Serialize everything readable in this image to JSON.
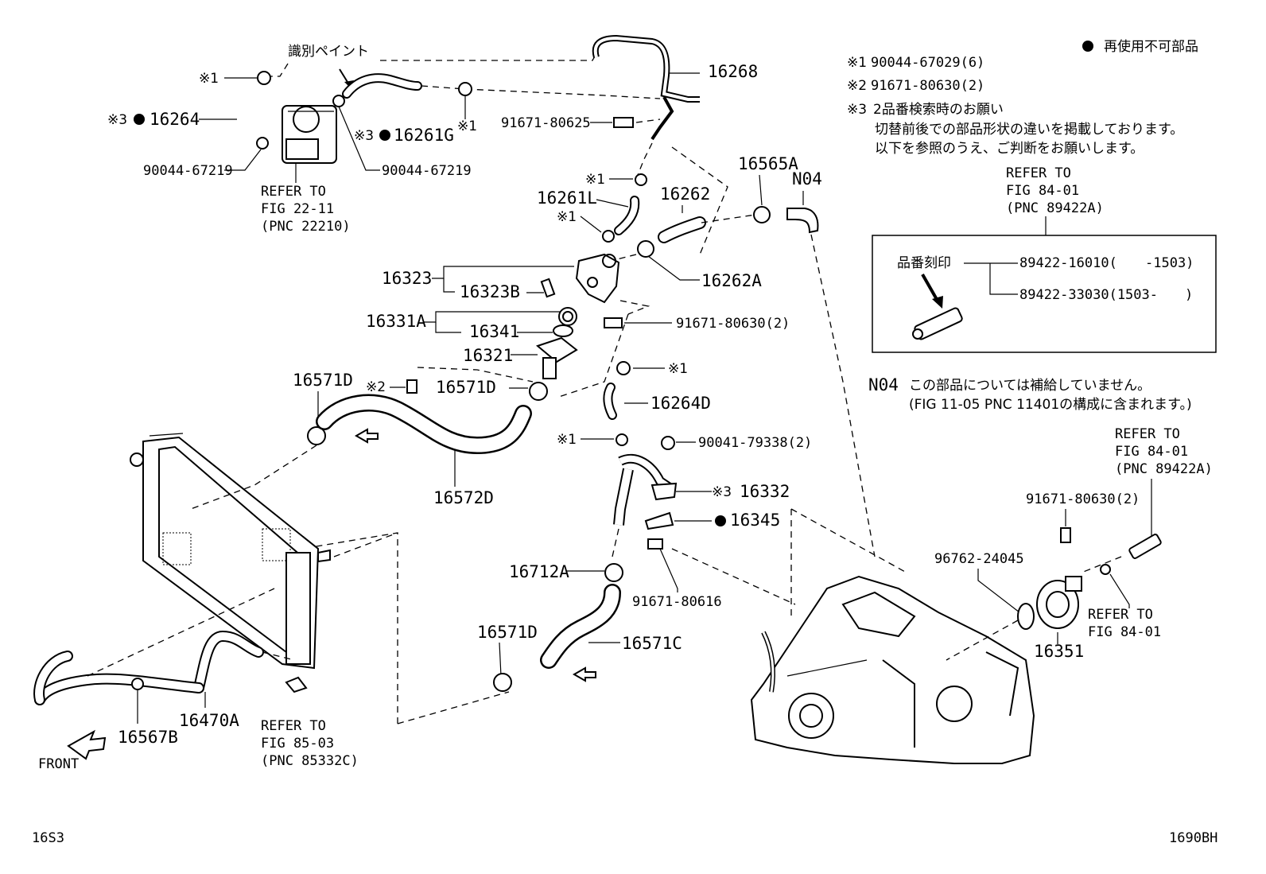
{
  "header": {
    "legend": "再使用不可部品",
    "note1_mark": "※1",
    "note1_text": "90044-67029(6)",
    "note2_mark": "※2",
    "note2_text": "91671-80630(2)",
    "note3_mark": "※3",
    "note3_text": "2品番検索時のお願い",
    "note3_line2": "切替前後での部品形状の違いを掲載しております。",
    "note3_line3": "以下を参照のうえ、ご判断をお願いします。"
  },
  "refer_box": {
    "refer1": "REFER TO",
    "refer2": "FIG 84-01",
    "refer3": "(PNC 89422A)",
    "stamp_label": "品番刻印",
    "part_a": "89422-16010(",
    "part_a_range": "-1503)",
    "part_b": "89422-33030(1503-",
    "part_b_range": ")"
  },
  "n04_note": {
    "code": "N04",
    "line1": "この部品については補給していません。",
    "line2_a": "(FIG ",
    "line2_b": "11-05",
    "line2_c": " PNC ",
    "line2_d": "11401",
    "line2_e": "の構成に含まれます。)"
  },
  "labels": {
    "paint": "識別ペイント",
    "x1": "※1",
    "x2": "※2",
    "x3": "※3",
    "p16264": "16264",
    "p16261G": "16261G",
    "p16268": "16268",
    "p91671_80625": "91671-80625",
    "p90044_67219": "90044-67219",
    "refer_to": "REFER TO",
    "fig22_11": "FIG 22-11",
    "pnc22210": "(PNC 22210)",
    "p16565A": "16565A",
    "N04": "N04",
    "p16261L": "16261L",
    "p16262": "16262",
    "p16262A": "16262A",
    "p16323": "16323",
    "p16323B": "16323B",
    "p16331A": "16331A",
    "p16341": "16341",
    "p91671_80630_2": "91671-80630(2)",
    "p16321": "16321",
    "p16571D": "16571D",
    "p16264D": "16264D",
    "p16572D": "16572D",
    "p90041_79338": "90041-79338(2)",
    "p16332": "16332",
    "p16345": "16345",
    "p16712A": "16712A",
    "p91671_80616": "91671-80616",
    "p16571C": "16571C",
    "p16470A": "16470A",
    "p16567B": "16567B",
    "fig85_03": "FIG 85-03",
    "pnc85332C": "(PNC 85332C)",
    "front": "FRONT",
    "fig84_01": "FIG 84-01",
    "pnc89422A": "(PNC 89422A)",
    "p96762_24045": "96762-24045",
    "p16351": "16351"
  },
  "footer": {
    "left": "16S3",
    "right": "1690BH"
  }
}
